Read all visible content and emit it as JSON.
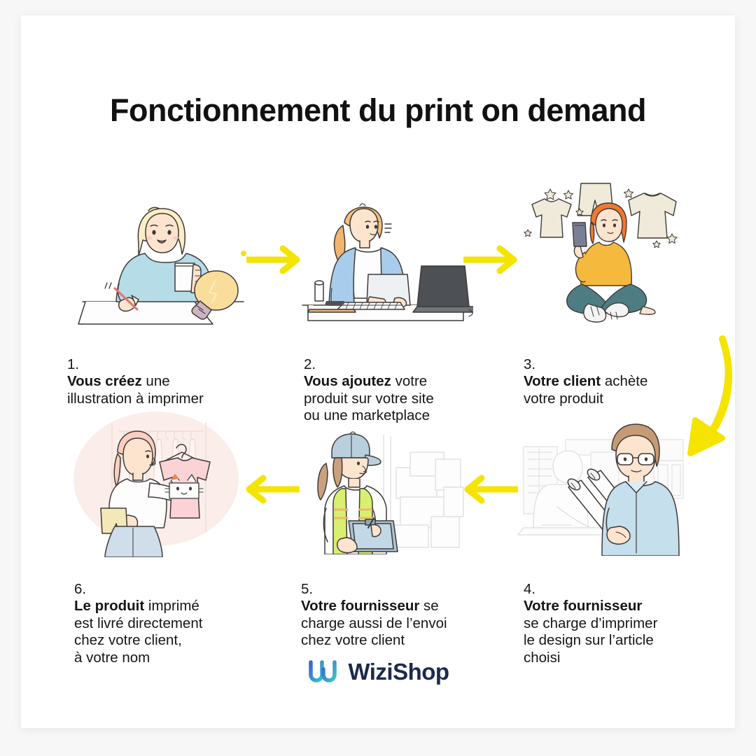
{
  "page": {
    "title": "Fonctionnement du print on demand",
    "background_color": "#f7f7f7",
    "card_color": "#ffffff",
    "accent_color": "#f4e400"
  },
  "steps": [
    {
      "number": "1.",
      "bold": "Vous créez",
      "rest": " une\nillustration à imprimer",
      "illustration": "woman-drawing-illustration-with-lightbulb"
    },
    {
      "number": "2.",
      "bold": "Vous ajoutez",
      "rest": " votre\nproduit sur votre site\nou une marketplace",
      "illustration": "woman-at-laptop-adding-product"
    },
    {
      "number": "3.",
      "bold": "Votre client",
      "rest": " achète\nvotre produit",
      "illustration": "customer-buying-clothes-on-phone"
    },
    {
      "number": "4.",
      "bold": "Votre fournisseur",
      "rest": "\nse charge d’imprimer\nle design sur l’article\nchoisi",
      "illustration": "supplier-printing-design"
    },
    {
      "number": "5.",
      "bold": "Votre fournisseur",
      "rest": " se\ncharge aussi de l’envoi\nchez votre client",
      "illustration": "warehouse-worker-shipping-boxes"
    },
    {
      "number": "6.",
      "bold": "Le produit",
      "rest": " imprimé\nest livré directement\nchez votre client,\nà votre nom",
      "illustration": "customer-receiving-printed-tshirt"
    }
  ],
  "arrows": [
    {
      "name": "arrow-step1-to-step2",
      "direction": "right"
    },
    {
      "name": "arrow-step2-to-step3",
      "direction": "right"
    },
    {
      "name": "arrow-step3-to-step4",
      "direction": "curved-down"
    },
    {
      "name": "arrow-step4-to-step5",
      "direction": "left"
    },
    {
      "name": "arrow-step5-to-step6",
      "direction": "left"
    }
  ],
  "footer": {
    "brand": "WiziShop",
    "logo_gradient_start": "#3f5fd7",
    "logo_gradient_end": "#38c6c6"
  }
}
